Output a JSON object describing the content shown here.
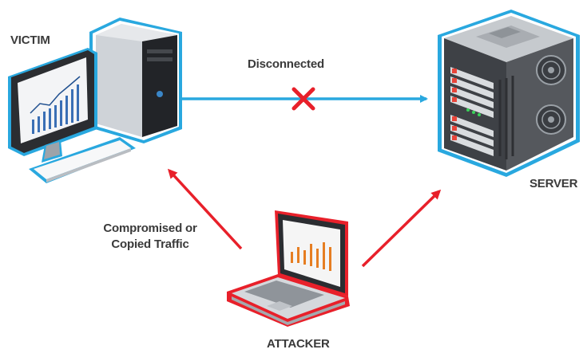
{
  "labels": {
    "victim": "VICTIM",
    "server": "SERVER",
    "attacker": "ATTACKER",
    "disconnected": "Disconnected",
    "compromised_line1": "Compromised or",
    "compromised_line2": "Copied Traffic"
  },
  "colors": {
    "connection_arrow": "#29a8df",
    "attack_arrow": "#e8202a",
    "disconnect_mark": "#e8202a",
    "victim_outline": "#29a8df",
    "server_outline": "#29a8df",
    "attacker_outline": "#e8202a"
  },
  "icons": {
    "victim": "desktop-computer-icon",
    "server": "server-tower-icon",
    "attacker": "laptop-icon",
    "disconnect": "x-mark-icon"
  }
}
